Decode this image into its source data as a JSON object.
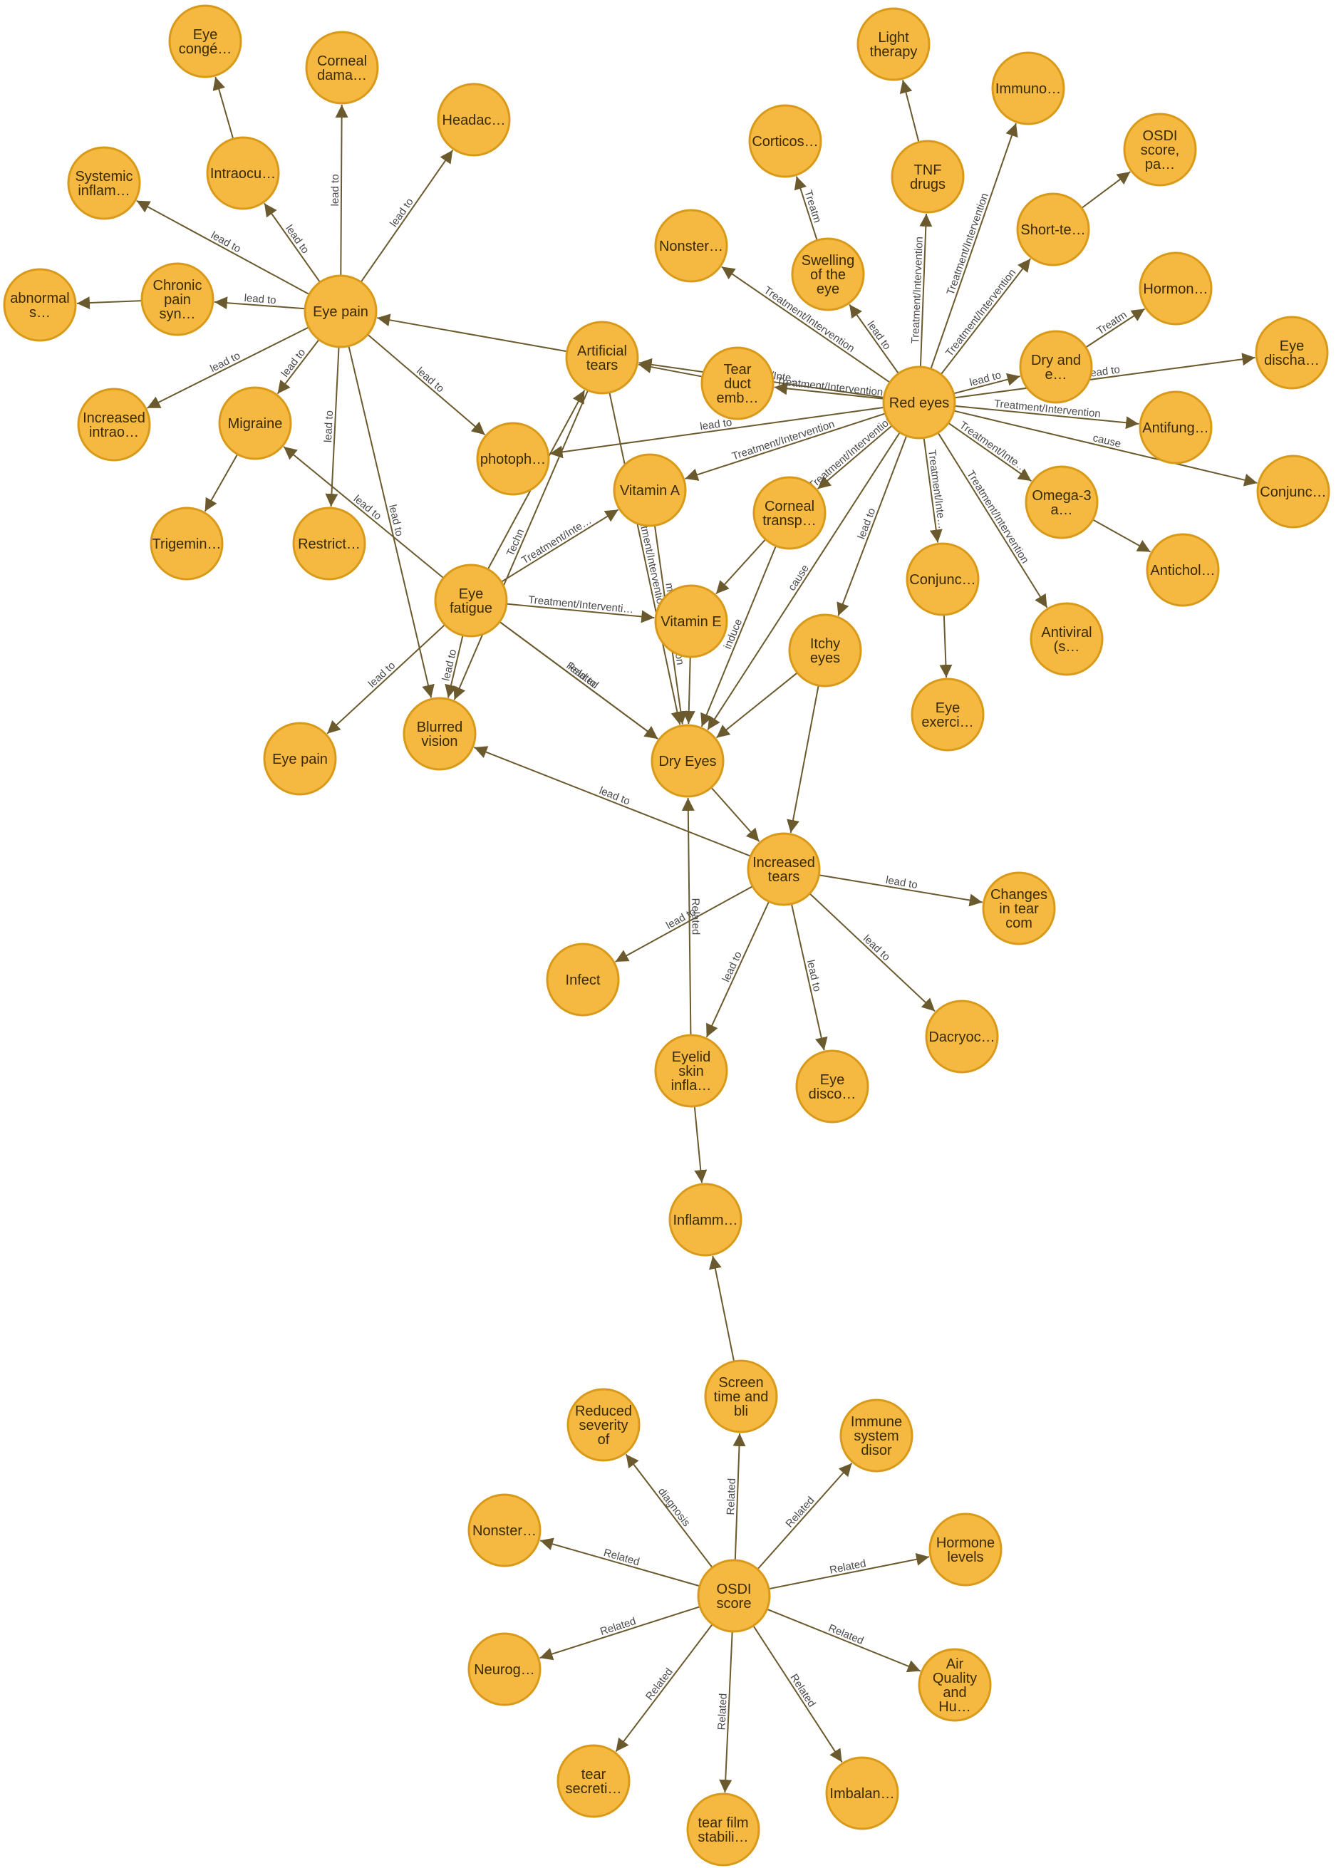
{
  "colors": {
    "node_fill": "#f5b942",
    "node_stroke": "#d99a1a",
    "edge": "#6b5a2e",
    "label": "#3a2a00"
  },
  "nodes": {
    "eye_conge": "Eye\ncongé…",
    "corneal_dama": "Corneal\ndama…",
    "headac": "Headac…",
    "systemic": "Systemic\ninflam…",
    "intraocu": "Intraocu…",
    "abnormal": "abnormal\ns…",
    "chronic": "Chronic\npain\nsyn…",
    "eye_pain_hub": "Eye pain",
    "increased_intrao": "Increased\nintrao…",
    "migraine": "Migraine",
    "trigemin": "Trigemin…",
    "restrict": "Restrict…",
    "photoph": "photoph…",
    "artificial_tears": "Artificial\ntears",
    "tear_duct": "Tear\nduct\nemb…",
    "vitamin_a": "Vitamin A",
    "corneal_transp": "Corneal\ntransp…",
    "vitamin_e": "Vitamin E",
    "eye_fatigue": "Eye\nfatigue",
    "eye_pain_2": "Eye pain",
    "blurred_vision": "Blurred\nvision",
    "dry_eyes": "Dry Eyes",
    "itchy_eyes": "Itchy\neyes",
    "light_therapy": "Light\ntherapy",
    "immuno": "Immuno…",
    "corticos": "Corticos…",
    "tnf_drugs": "TNF\ndrugs",
    "osdi_score_pa": "OSDI\nscore,\npa…",
    "nonster_top": "Nonster…",
    "swelling": "Swelling\nof the\neye",
    "short_te": "Short-te…",
    "hormon": "Hormon…",
    "red_eyes": "Red eyes",
    "dry_and_e": "Dry and\ne…",
    "eye_discha": "Eye\ndischa…",
    "antifung": "Antifung…",
    "conjunc_right": "Conjunc…",
    "omega3": "Omega-3\na…",
    "antichol": "Antichol…",
    "conjunc_mid": "Conjunc…",
    "antiviral": "Antiviral\n(s…",
    "eye_exerci": "Eye\nexerci…",
    "increased_tears": "Increased\ntears",
    "changes": "Changes\nin tear\ncom",
    "infect": "Infect",
    "eyelid": "Eyelid\nskin\ninfla…",
    "eye_disco": "Eye\ndisco…",
    "dacryoc": "Dacryoc…",
    "inflamm": "Inflamm…",
    "screen_time": "Screen\ntime and\nbli",
    "reduced": "Reduced\nseverity\nof",
    "immune": "Immune\nsystem\ndisor",
    "nonster_bottom": "Nonster…",
    "hormone_levels": "Hormone\nlevels",
    "osdi_score": "OSDI\nscore",
    "neurog": "Neurog…",
    "air_quality": "Air\nQuality\nand\nHu…",
    "tear_secreti": "tear\nsecreti…",
    "tear_film": "tear film\nstabili…",
    "imbalan": "Imbalan…"
  },
  "edge_labels": {
    "lead_to": "lead to",
    "treatment": "Treatment/Intervention",
    "treatment_short": "Treatment/Inte…",
    "treatment_trunc": "Treatment/Interventi…",
    "treatment_frag": "Treatm",
    "related": "Related",
    "cause": "cause",
    "induce": "induce",
    "diagnosis": "diagnosis",
    "techn": "Techn",
    "ment_int": "ment/Intervention"
  },
  "edges": [
    {
      "from": "eye_pain_hub",
      "to": "intraocu",
      "label": "lead_to"
    },
    {
      "from": "intraocu",
      "to": "eye_conge",
      "label": ""
    },
    {
      "from": "eye_pain_hub",
      "to": "corneal_dama",
      "label": "lead_to"
    },
    {
      "from": "eye_pain_hub",
      "to": "headac",
      "label": "lead_to"
    },
    {
      "from": "eye_pain_hub",
      "to": "systemic",
      "label": "lead_to"
    },
    {
      "from": "eye_pain_hub",
      "to": "chronic",
      "label": "lead_to"
    },
    {
      "from": "chronic",
      "to": "abnormal",
      "label": ""
    },
    {
      "from": "eye_pain_hub",
      "to": "increased_intrao",
      "label": "lead_to"
    },
    {
      "from": "eye_pain_hub",
      "to": "migraine",
      "label": "lead_to"
    },
    {
      "from": "migraine",
      "to": "trigemin",
      "label": ""
    },
    {
      "from": "eye_pain_hub",
      "to": "restrict",
      "label": "lead_to"
    },
    {
      "from": "eye_pain_hub",
      "to": "photoph",
      "label": "lead_to"
    },
    {
      "from": "eye_pain_hub",
      "to": "blurred_vision",
      "label": "lead_to"
    },
    {
      "from": "artificial_tears",
      "to": "eye_pain_hub",
      "label": ""
    },
    {
      "from": "eye_fatigue",
      "to": "migraine",
      "label": "lead_to"
    },
    {
      "from": "eye_fatigue",
      "to": "eye_pain_2",
      "label": "lead_to"
    },
    {
      "from": "eye_fatigue",
      "to": "blurred_vision",
      "label": "lead_to"
    },
    {
      "from": "eye_fatigue",
      "to": "artificial_tears",
      "label": "treatment_frag"
    },
    {
      "from": "eye_fatigue",
      "to": "vitamin_a",
      "label": "treatment_short"
    },
    {
      "from": "eye_fatigue",
      "to": "vitamin_e",
      "label": "treatment_trunc"
    },
    {
      "from": "eye_fatigue",
      "to": "dry_eyes",
      "label": "related"
    },
    {
      "from": "eye_fatigue",
      "to": "dry_eyes",
      "label": "lead_to"
    },
    {
      "from": "artificial_tears",
      "to": "blurred_vision",
      "label": "techn"
    },
    {
      "from": "artificial_tears",
      "to": "dry_eyes",
      "label": "treatment"
    },
    {
      "from": "vitamin_a",
      "to": "dry_eyes",
      "label": "ment_int"
    },
    {
      "from": "vitamin_e",
      "to": "dry_eyes",
      "label": ""
    },
    {
      "from": "corneal_transp",
      "to": "vitamin_e",
      "label": ""
    },
    {
      "from": "corneal_transp",
      "to": "dry_eyes",
      "label": "induce"
    },
    {
      "from": "tear_duct",
      "to": "artificial_tears",
      "label": ""
    },
    {
      "from": "red_eyes",
      "to": "artificial_tears",
      "label": "treatment_short"
    },
    {
      "from": "red_eyes",
      "to": "tear_duct",
      "label": "treatment"
    },
    {
      "from": "red_eyes",
      "to": "photoph",
      "label": "lead_to"
    },
    {
      "from": "red_eyes",
      "to": "vitamin_a",
      "label": "treatment"
    },
    {
      "from": "red_eyes",
      "to": "corneal_transp",
      "label": "treatment"
    },
    {
      "from": "red_eyes",
      "to": "dry_eyes",
      "label": "cause"
    },
    {
      "from": "red_eyes",
      "to": "itchy_eyes",
      "label": "lead_to"
    },
    {
      "from": "red_eyes",
      "to": "nonster_top",
      "label": "treatment"
    },
    {
      "from": "red_eyes",
      "to": "swelling",
      "label": "lead_to"
    },
    {
      "from": "swelling",
      "to": "corticos",
      "label": "treatment_frag"
    },
    {
      "from": "red_eyes",
      "to": "tnf_drugs",
      "label": "treatment"
    },
    {
      "from": "tnf_drugs",
      "to": "light_therapy",
      "label": ""
    },
    {
      "from": "red_eyes",
      "to": "immuno",
      "label": "treatment"
    },
    {
      "from": "red_eyes",
      "to": "short_te",
      "label": "treatment"
    },
    {
      "from": "short_te",
      "to": "osdi_score_pa",
      "label": ""
    },
    {
      "from": "red_eyes",
      "to": "dry_and_e",
      "label": "lead_to"
    },
    {
      "from": "dry_and_e",
      "to": "hormon",
      "label": "treatment_frag"
    },
    {
      "from": "red_eyes",
      "to": "eye_discha",
      "label": "lead_to"
    },
    {
      "from": "red_eyes",
      "to": "antifung",
      "label": "treatment"
    },
    {
      "from": "red_eyes",
      "to": "conjunc_right",
      "label": "cause"
    },
    {
      "from": "red_eyes",
      "to": "omega3",
      "label": "treatment_short"
    },
    {
      "from": "omega3",
      "to": "antichol",
      "label": ""
    },
    {
      "from": "red_eyes",
      "to": "conjunc_mid",
      "label": "treatment_short"
    },
    {
      "from": "conjunc_mid",
      "to": "eye_exerci",
      "label": ""
    },
    {
      "from": "red_eyes",
      "to": "antiviral",
      "label": "treatment"
    },
    {
      "from": "itchy_eyes",
      "to": "dry_eyes",
      "label": ""
    },
    {
      "from": "itchy_eyes",
      "to": "increased_tears",
      "label": ""
    },
    {
      "from": "dry_eyes",
      "to": "increased_tears",
      "label": ""
    },
    {
      "from": "increased_tears",
      "to": "blurred_vision",
      "label": "lead_to"
    },
    {
      "from": "increased_tears",
      "to": "changes",
      "label": "lead_to"
    },
    {
      "from": "increased_tears",
      "to": "infect",
      "label": "lead_to"
    },
    {
      "from": "increased_tears",
      "to": "eyelid",
      "label": "lead_to"
    },
    {
      "from": "increased_tears",
      "to": "eye_disco",
      "label": "lead_to"
    },
    {
      "from": "increased_tears",
      "to": "dacryoc",
      "label": "lead_to"
    },
    {
      "from": "eyelid",
      "to": "dry_eyes",
      "label": "related"
    },
    {
      "from": "eyelid",
      "to": "inflamm",
      "label": ""
    },
    {
      "from": "screen_time",
      "to": "inflamm",
      "label": ""
    },
    {
      "from": "osdi_score",
      "to": "screen_time",
      "label": "related"
    },
    {
      "from": "osdi_score",
      "to": "reduced",
      "label": "diagnosis"
    },
    {
      "from": "osdi_score",
      "to": "immune",
      "label": "related"
    },
    {
      "from": "osdi_score",
      "to": "nonster_bottom",
      "label": "related"
    },
    {
      "from": "osdi_score",
      "to": "hormone_levels",
      "label": "related"
    },
    {
      "from": "osdi_score",
      "to": "neurog",
      "label": "related"
    },
    {
      "from": "osdi_score",
      "to": "air_quality",
      "label": "related"
    },
    {
      "from": "osdi_score",
      "to": "tear_secreti",
      "label": "related"
    },
    {
      "from": "osdi_score",
      "to": "tear_film",
      "label": "related"
    },
    {
      "from": "osdi_score",
      "to": "imbalan",
      "label": "related"
    }
  ]
}
